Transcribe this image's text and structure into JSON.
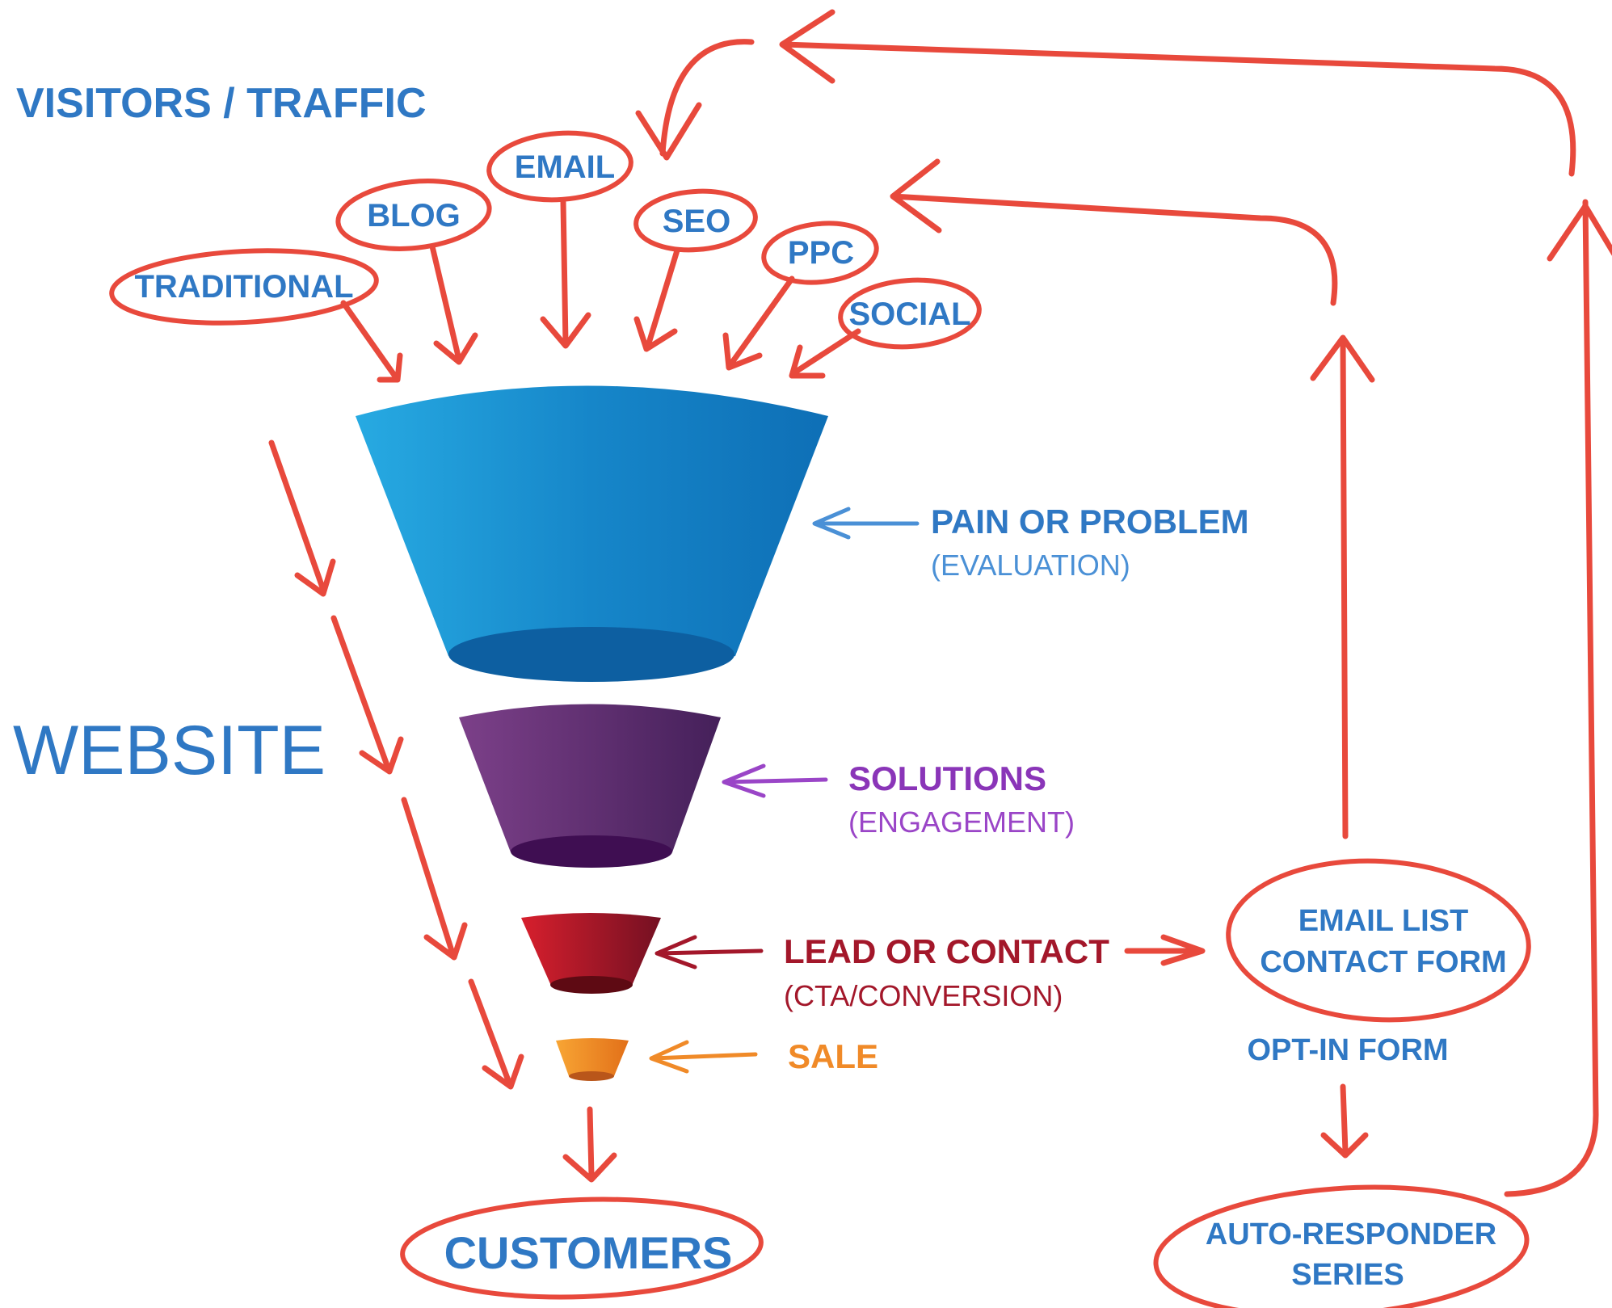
{
  "title": "VISITORS / TRAFFIC",
  "left_label": "WEBSITE",
  "sources": [
    "TRADITIONAL",
    "BLOG",
    "EMAIL",
    "SEO",
    "PPC",
    "SOCIAL"
  ],
  "stages": [
    {
      "name": "PAIN OR PROBLEM",
      "sub": "(EVALUATION)"
    },
    {
      "name": "SOLUTIONS",
      "sub": "(ENGAGEMENT)"
    },
    {
      "name": "LEAD OR CONTACT",
      "sub": "(CTA/CONVERSION)"
    },
    {
      "name": "SALE"
    }
  ],
  "customers": "CUSTOMERS",
  "email_list": {
    "line1": "EMAIL LIST",
    "line2": "CONTACT FORM"
  },
  "optin": "OPT-IN FORM",
  "autoresponder": {
    "line1": "AUTO-RESPONDER",
    "line2": "SERIES"
  },
  "colors": {
    "arrow": "#e8493c",
    "blue_text": "#2f78c4",
    "stage1": "#1d7fc6",
    "stage2": "#6b2d86",
    "stage3": "#a3172a",
    "stage4": "#f08a28"
  },
  "icons": {
    "arrow": "hand-drawn-arrow"
  }
}
